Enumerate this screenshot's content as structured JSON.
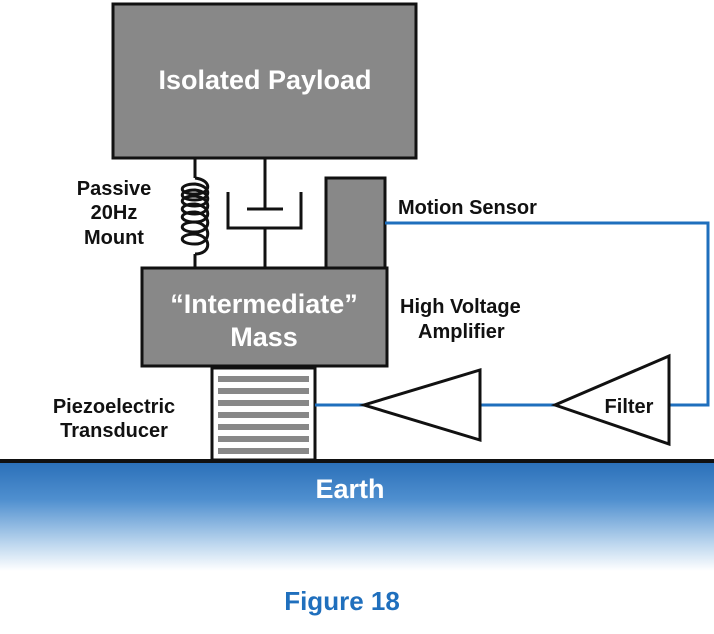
{
  "diagram": {
    "payload_label": "Isolated Payload",
    "mount_label": [
      "Passive",
      "20Hz",
      "Mount"
    ],
    "motion_sensor_label": "Motion Sensor",
    "mass_label": [
      "“Intermediate”",
      "Mass"
    ],
    "amplifier_label": [
      "High Voltage",
      "Amplifier"
    ],
    "transducer_label": [
      "Piezoelectric",
      "Transducer"
    ],
    "filter_label": "Filter",
    "earth_label": "Earth",
    "caption": "Figure 18"
  },
  "colors": {
    "box_fill": "#888888",
    "outline": "#111111",
    "signal_line": "#1f6fbd",
    "earth_top": "#2f75bb",
    "earth_bottom": "#ffffff",
    "caption": "#1f6fbd"
  }
}
